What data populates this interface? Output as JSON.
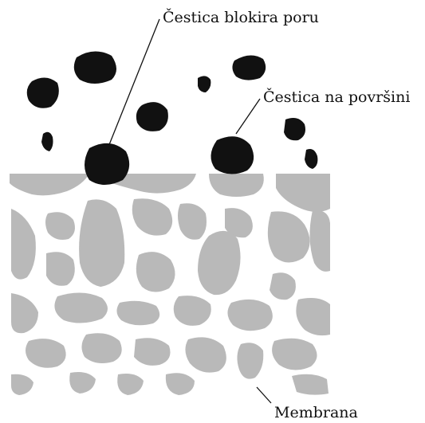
{
  "labels": {
    "blocking": "Čestica blokira poru",
    "surface": "Čestica na površini",
    "membrane": "Membrana"
  },
  "colors": {
    "particle": "#111111",
    "membrane_grain": "#b9b9b9",
    "background": "#ffffff"
  }
}
